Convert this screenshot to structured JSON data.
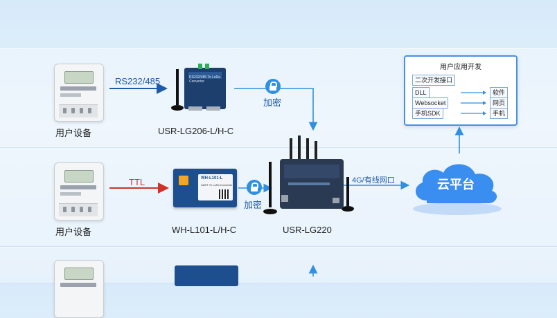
{
  "rows": [
    {
      "device_caption": "用户设备",
      "link_label": "RS232/485",
      "module_caption": "USR-LG206-L/H-C",
      "module_text": "RS232/485 To LoRa Converter"
    },
    {
      "device_caption": "用户设备",
      "link_label": "TTL",
      "module_caption": "WH-L101-L/H-C",
      "module_text": "WH-L101-L",
      "module_subtext": "UART To LoRa Converter"
    }
  ],
  "encrypt_label": "加密",
  "gateway": {
    "caption": "USR-LG220",
    "uplink_label": "4G/有线网口"
  },
  "cloud": {
    "label": "云平台"
  },
  "app_panel": {
    "title": "用户应用开发",
    "header_item": "二次开发接口",
    "items": [
      {
        "left": "DLL",
        "right": "软件"
      },
      {
        "left": "Websocket",
        "right": "网页"
      },
      {
        "left": "手机SDK",
        "right": "手机"
      }
    ]
  },
  "colors": {
    "accent": "#2f8fe0",
    "ttl_red": "#d0322a",
    "cloud_blue": "#3a8ef0"
  }
}
